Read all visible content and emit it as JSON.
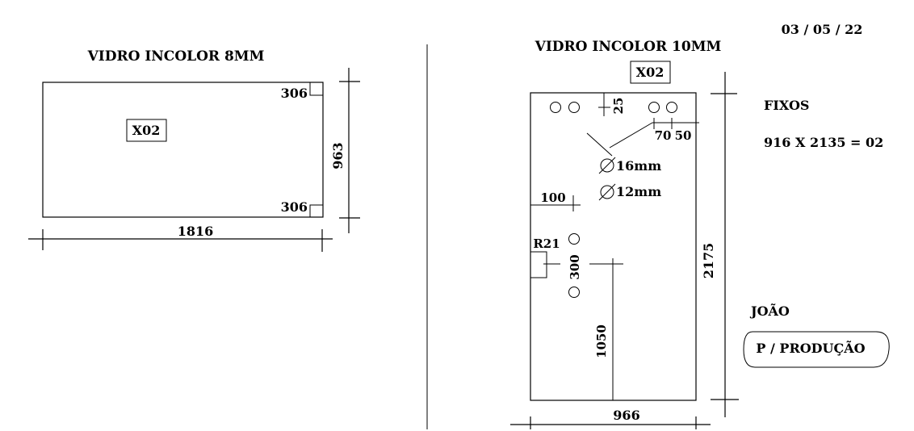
{
  "date": "03 / 05 / 22",
  "left_piece": {
    "title": "VIDRO INCOLOR 8MM",
    "code": "X02",
    "width": "1816",
    "height": "963",
    "corner_top": "306",
    "corner_bottom": "306"
  },
  "right_piece": {
    "title": "VIDRO INCOLOR 10MM",
    "code": "X02",
    "dim_top_offset": "25",
    "dim_70": "70",
    "dim_50": "50",
    "hole_16": "16mm",
    "hole_12": "12mm",
    "dim_100": "100",
    "radius_label": "R21",
    "dim_300": "300",
    "dim_1050": "1050",
    "height": "2175",
    "width": "966"
  },
  "notes": {
    "fixos_title": "FIXOS",
    "fixos_value": "916 X 2135 = 02",
    "author": "JOÃO",
    "production_label": "P / PRODUÇÃO"
  }
}
